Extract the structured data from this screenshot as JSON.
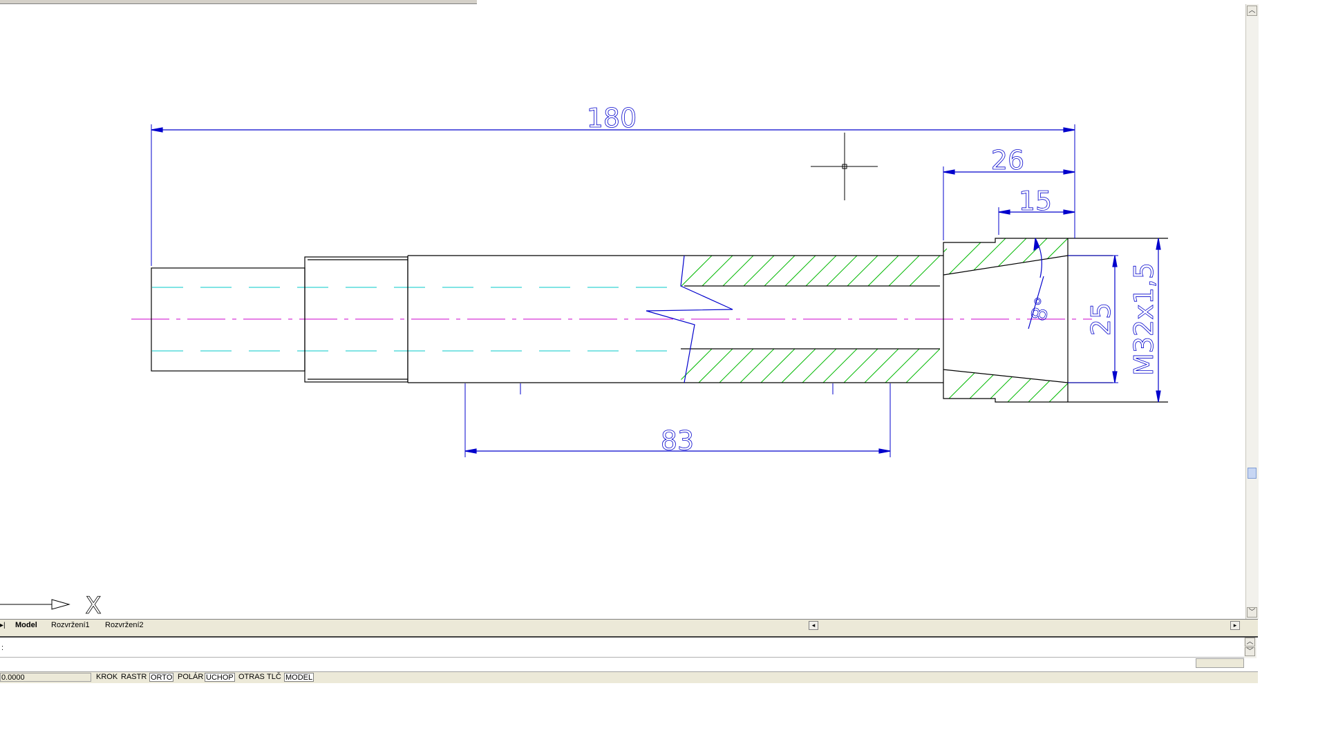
{
  "drawing": {
    "dimensions": {
      "total_length": "180",
      "thread_length": "26",
      "cone_length": "15",
      "middle_length": "83",
      "bore_diameter": "25",
      "thread_spec": "M32x1,5",
      "angle": "8°"
    },
    "ucs_axis_label": "X",
    "colors": {
      "dimension": "#0000cc",
      "outline": "#000000",
      "hatch": "#00b800",
      "centerline": "#cc00cc",
      "hidden": "#00c8c8"
    }
  },
  "tabs": {
    "model": "Model",
    "layout1": "Rozvržení1",
    "layout2": "Rozvržení2"
  },
  "command": {
    "prompt": ":"
  },
  "status": {
    "coordinates": "0.0000",
    "buttons": [
      "KROK",
      "RASTR",
      "ORTO",
      "POLÁR",
      "UCHOP",
      "OTRAS",
      "TLČ",
      "MODEL"
    ],
    "active": [
      "ORTO",
      "UCHOP",
      "MODEL"
    ]
  }
}
